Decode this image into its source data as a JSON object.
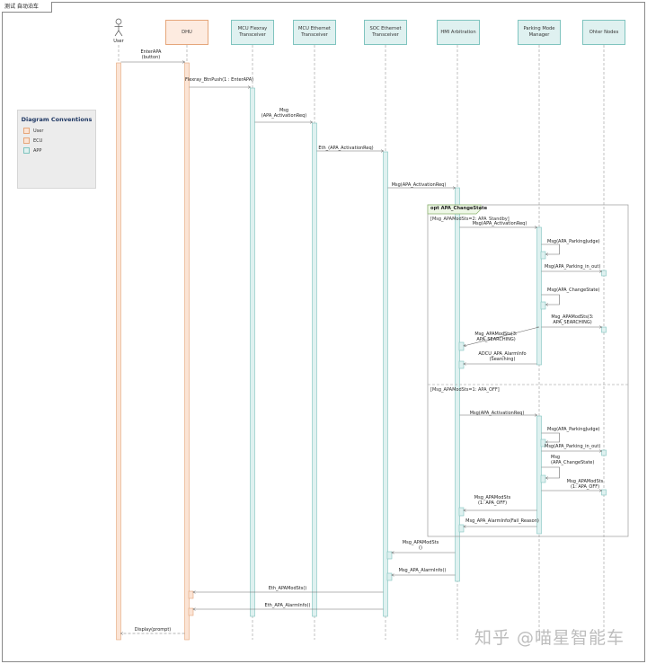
{
  "window": {
    "title": "测试 自动泊车"
  },
  "participants": [
    {
      "id": "user",
      "label": "User",
      "kind": "actor"
    },
    {
      "id": "dhu",
      "label": "DHU",
      "kind": "ecu"
    },
    {
      "id": "mcu_flexray",
      "label": "MCU Flexray Transceiver",
      "kind": "app"
    },
    {
      "id": "mcu_eth",
      "label": "MCU Ethernet Transceiver",
      "kind": "app"
    },
    {
      "id": "soc_eth",
      "label": "SOC Ethernet Transceiver",
      "kind": "app"
    },
    {
      "id": "hmi",
      "label": "HMI Arbitration",
      "kind": "app"
    },
    {
      "id": "pmm",
      "label": "Parking Mode Manager",
      "kind": "app"
    },
    {
      "id": "other",
      "label": "Ohter Nodes",
      "kind": "app"
    }
  ],
  "legend": {
    "title": "Diagram Conventions",
    "items": [
      {
        "label": "User",
        "color": "#fbe4d5",
        "border": "#e5a67a"
      },
      {
        "label": "ECU",
        "color": "#fbe4d5",
        "border": "#e5a67a"
      },
      {
        "label": "APP",
        "color": "#dff1f0",
        "border": "#7fc4bf"
      }
    ]
  },
  "messages": [
    {
      "label": "EnterAPA\n(button)"
    },
    {
      "label": "Flexray_BtnPush(1 : EnterAPA)"
    },
    {
      "label": "Msg\n(APA_ActivationReq)"
    },
    {
      "label": "Eth_(APA_ActivationReq)"
    },
    {
      "label": "Msg(APA_ActivationReq)"
    },
    {
      "label": "Msg(APA_ActivationReq)"
    },
    {
      "label": "Msg(APA_ParkingJudge)"
    },
    {
      "label": "Msg(APA_Parking_in_out)"
    },
    {
      "label": "Msg(APA_ChangeState)"
    },
    {
      "label": "Msg_APAModSts(3:\nAPA_SEARCHING)"
    },
    {
      "label": "Msg_APAModSts(3:\nAPA_SEARCHING)"
    },
    {
      "label": "ADCU_APA_AlarmInfo\n(Searching)"
    },
    {
      "label": "Msg(APA_ActivationReq)"
    },
    {
      "label": "Msg(APA_ParkingJudge)"
    },
    {
      "label": "Msg(APA_Parking_in_out)"
    },
    {
      "label": "Msg\n(APA_ChangeState)"
    },
    {
      "label": "Msg_APAModSts\n(1: APA_OFF)"
    },
    {
      "label": "Msg_APAModSts\n(1: APA_OFF)"
    },
    {
      "label": "Msg_APA_AlarmInfo(Fail_Reason)"
    },
    {
      "label": "Msg_APAModSts\n()"
    },
    {
      "label": "Msg_APA_AlarmInfo()"
    },
    {
      "label": "Eth_APAModSts()"
    },
    {
      "label": "Eth_APA_AlarmInfo()"
    },
    {
      "label": "Display(prompt)"
    }
  ],
  "fragment": {
    "tag": "opt APA_ChangeState",
    "guard1": "[Msg_APAModSts=2: APA_Standby]",
    "guard2": "[Msg_APAModSts=1: APA_OFF]"
  },
  "watermark": "知乎 @喵星智能车"
}
